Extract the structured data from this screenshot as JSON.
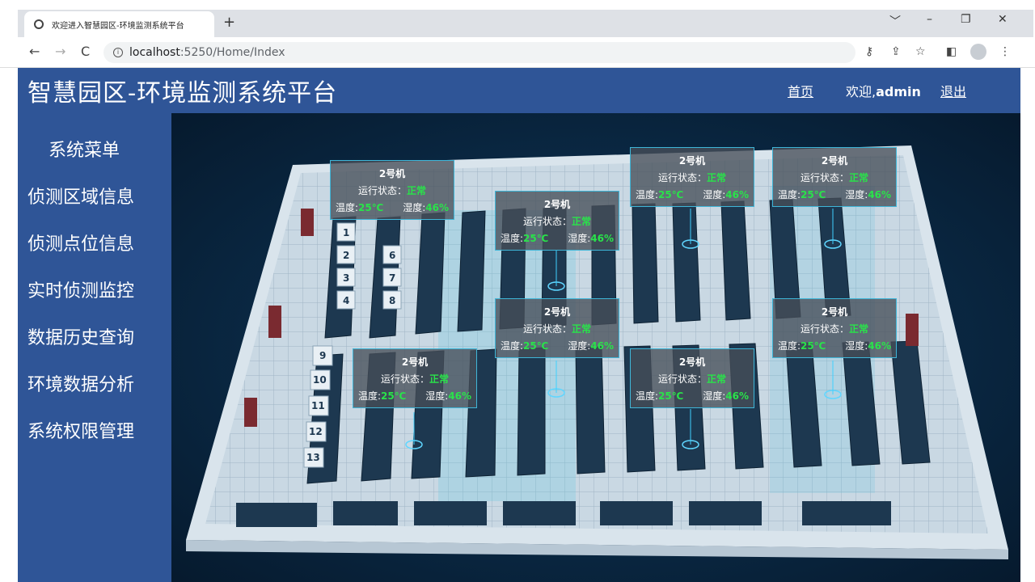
{
  "browser": {
    "tab_title": "欢迎进入智慧园区-环境监测系统平台",
    "new_tab": "+",
    "url_host": "localhost",
    "url_path": ":5250/Home/Index",
    "nav_back": "←",
    "nav_forward": "→",
    "nav_reload": "C",
    "window_controls": [
      "﹀",
      "–",
      "❐",
      "✕"
    ]
  },
  "header": {
    "title": "智慧园区-环境监测系统平台",
    "home_link": "首页",
    "welcome_prefix": "欢迎,",
    "user": "admin",
    "logout_link": "退出"
  },
  "sidebar": {
    "heading": "系统菜单",
    "items": [
      {
        "label": "侦测区域信息"
      },
      {
        "label": "侦测点位信息"
      },
      {
        "label": "实时侦测监控"
      },
      {
        "label": "数据历史查询"
      },
      {
        "label": "环境数据分析"
      },
      {
        "label": "系统权限管理"
      }
    ]
  },
  "machines": [
    {
      "name": "2号机",
      "status_label": "运行状态：",
      "status": "正常",
      "temp_label": "温度:",
      "temp": "25℃",
      "hum_label": "湿度:",
      "hum": "46%"
    },
    {
      "name": "2号机",
      "status_label": "运行状态：",
      "status": "正常",
      "temp_label": "温度:",
      "temp": "25℃",
      "hum_label": "湿度:",
      "hum": "46%"
    },
    {
      "name": "2号机",
      "status_label": "运行状态：",
      "status": "正常",
      "temp_label": "温度:",
      "temp": "25℃",
      "hum_label": "湿度:",
      "hum": "46%"
    },
    {
      "name": "2号机",
      "status_label": "运行状态：",
      "status": "正常",
      "temp_label": "温度:",
      "temp": "25℃",
      "hum_label": "湿度:",
      "hum": "46%"
    },
    {
      "name": "2号机",
      "status_label": "运行状态：",
      "status": "正常",
      "temp_label": "温度:",
      "temp": "25℃",
      "hum_label": "湿度:",
      "hum": "46%"
    },
    {
      "name": "2号机",
      "status_label": "运行状态：",
      "status": "正常",
      "temp_label": "温度:",
      "temp": "25℃",
      "hum_label": "湿度:",
      "hum": "46%"
    },
    {
      "name": "2号机",
      "status_label": "运行状态：",
      "status": "正常",
      "temp_label": "温度:",
      "temp": "25℃",
      "hum_label": "湿度:",
      "hum": "46%"
    },
    {
      "name": "2号机",
      "status_label": "运行状态：",
      "status": "正常",
      "temp_label": "温度:",
      "temp": "25℃",
      "hum_label": "湿度:",
      "hum": "46%"
    }
  ],
  "rack_numbers": [
    "1",
    "2",
    "3",
    "4",
    "6",
    "7",
    "8",
    "9",
    "10",
    "11",
    "12",
    "13"
  ],
  "colors": {
    "header_bg": "#2f5597",
    "status_ok": "#29e34a",
    "card_border": "#3fb6d8"
  }
}
